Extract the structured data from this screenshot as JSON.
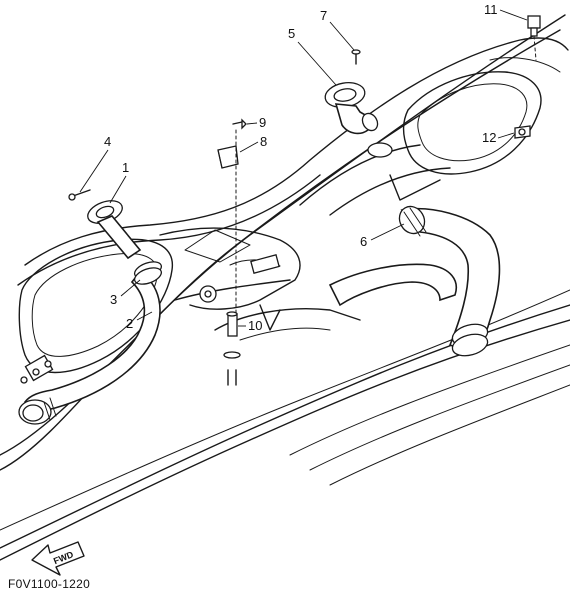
{
  "figure_code": "F0V1100-1220",
  "fwd_label": "FWD",
  "callouts": [
    "1",
    "2",
    "3",
    "4",
    "5",
    "6",
    "7",
    "8",
    "9",
    "10",
    "11",
    "12"
  ]
}
